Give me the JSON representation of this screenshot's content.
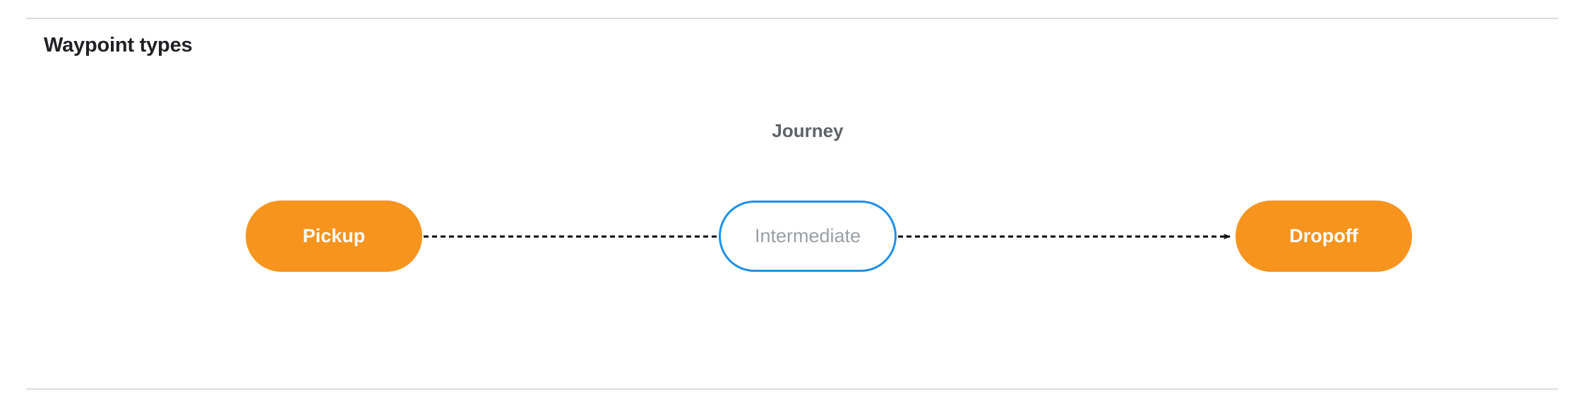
{
  "section": {
    "title": "Waypoint types"
  },
  "diagram": {
    "group_label": "Journey",
    "nodes": [
      {
        "id": "pickup",
        "label": "Pickup",
        "shape": "pill",
        "fill": "#f7941e",
        "text_color": "#ffffff",
        "border": "none"
      },
      {
        "id": "intermediate",
        "label": "Intermediate",
        "shape": "pill",
        "fill": "#ffffff",
        "text_color": "#9aa0a6",
        "border": "#1e90e8"
      },
      {
        "id": "dropoff",
        "label": "Dropoff",
        "shape": "pill",
        "fill": "#f7941e",
        "text_color": "#ffffff",
        "border": "none"
      }
    ],
    "edges": [
      {
        "from": "pickup",
        "to": "intermediate",
        "style": "dashed",
        "arrowhead": false,
        "color": "#000000"
      },
      {
        "from": "intermediate",
        "to": "dropoff",
        "style": "dashed",
        "arrowhead": true,
        "color": "#000000"
      }
    ]
  },
  "colors": {
    "divider": "#dadce0",
    "heading": "#202124",
    "group_label": "#5f6368",
    "accent_orange": "#f7941e",
    "accent_blue": "#1e90e8",
    "muted_text": "#9aa0a6"
  }
}
